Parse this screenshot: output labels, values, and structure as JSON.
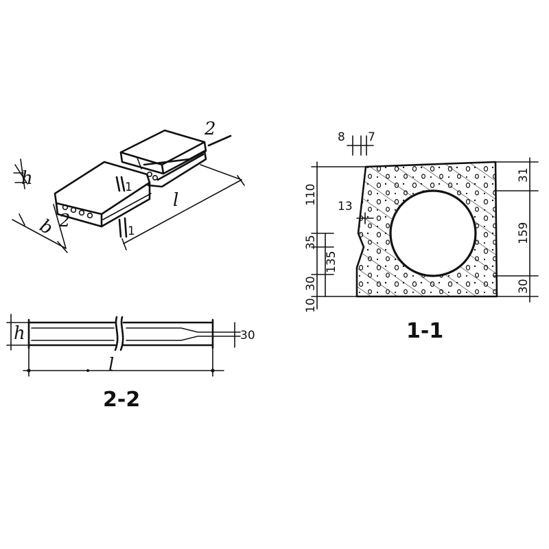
{
  "iso_view": {
    "height_symbol": "h",
    "width_symbol": "b",
    "length_symbol": "l",
    "section_mark_1": "1",
    "section_mark_1b": "1",
    "section_mark_2": "2",
    "section_mark_2b": "2"
  },
  "section_2_2": {
    "title": "2-2",
    "height_symbol": "h",
    "length_symbol": "l",
    "end_dim": "30"
  },
  "section_1_1": {
    "title": "1-1",
    "top_dims": [
      "8",
      "7"
    ],
    "left_dims": [
      "110",
      "35",
      "135",
      "30",
      "10"
    ],
    "right_dims": [
      "31",
      "159",
      "30"
    ],
    "inner_dim": "13"
  }
}
